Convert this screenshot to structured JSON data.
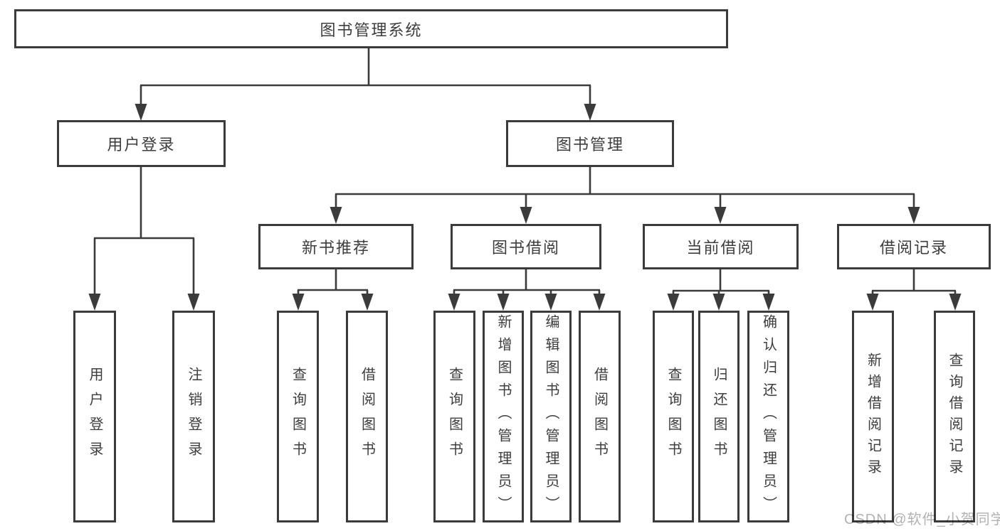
{
  "diagram": {
    "root": {
      "label": "图书管理系统"
    },
    "level2": [
      {
        "label": "用户登录",
        "parent": "图书管理系统"
      },
      {
        "label": "图书管理",
        "parent": "图书管理系统"
      }
    ],
    "level3": [
      {
        "label": "新书推荐",
        "parent": "图书管理"
      },
      {
        "label": "图书借阅",
        "parent": "图书管理"
      },
      {
        "label": "当前借阅",
        "parent": "图书管理"
      },
      {
        "label": "借阅记录",
        "parent": "图书管理"
      }
    ],
    "leaves": [
      {
        "label": "用户登录",
        "parent": "用户登录"
      },
      {
        "label": "注销登录",
        "parent": "用户登录"
      },
      {
        "label": "查询图书",
        "parent": "新书推荐"
      },
      {
        "label": "借阅图书",
        "parent": "新书推荐"
      },
      {
        "label": "查询图书",
        "parent": "图书借阅"
      },
      {
        "label": "新增图书（管理员）",
        "parent": "图书借阅"
      },
      {
        "label": "编辑图书（管理员）",
        "parent": "图书借阅"
      },
      {
        "label": "借阅图书",
        "parent": "图书借阅"
      },
      {
        "label": "查询图书",
        "parent": "当前借阅"
      },
      {
        "label": "归还图书",
        "parent": "当前借阅"
      },
      {
        "label": "确认归还（管理员）",
        "parent": "当前借阅"
      },
      {
        "label": "新增借阅记录",
        "parent": "借阅记录"
      },
      {
        "label": "查询借阅记录",
        "parent": "借阅记录"
      }
    ],
    "watermark": "CSDN @软件_小贺同学",
    "colors": {
      "line": "#3b3b3b",
      "text": "#3d3d3d",
      "background": "#ffffff",
      "watermark": "#b2b2b2"
    }
  }
}
